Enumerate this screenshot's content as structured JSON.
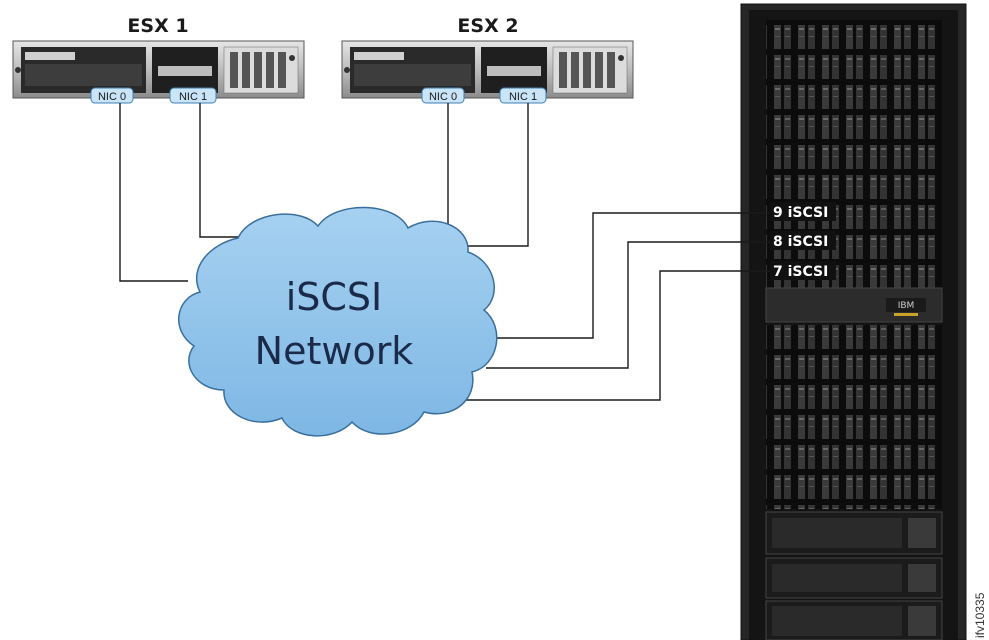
{
  "servers": [
    {
      "title": "ESX 1",
      "nics": [
        "NIC 0",
        "NIC 1"
      ]
    },
    {
      "title": "ESX 2",
      "nics": [
        "NIC 0",
        "NIC 1"
      ]
    }
  ],
  "network": {
    "line1": "iSCSI",
    "line2": "Network",
    "color": "#8fc3ea"
  },
  "storage": {
    "brand": "IBM",
    "ports": [
      "9 iSCSI",
      "8 iSCSI",
      "7 iSCSI"
    ]
  },
  "figure_id": "ifv10335"
}
